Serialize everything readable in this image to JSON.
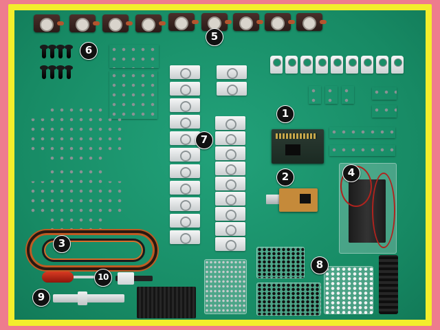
{
  "callouts": [
    {
      "id": "1",
      "label": "1"
    },
    {
      "id": "2",
      "label": "2"
    },
    {
      "id": "3",
      "label": "3"
    },
    {
      "id": "4",
      "label": "4"
    },
    {
      "id": "5",
      "label": "5"
    },
    {
      "id": "6",
      "label": "6"
    },
    {
      "id": "7",
      "label": "7"
    },
    {
      "id": "8",
      "label": "8"
    },
    {
      "id": "9",
      "label": "9"
    },
    {
      "id": "10",
      "label": "10"
    }
  ],
  "colors": {
    "frame_outer": "#ee7c8e",
    "frame_inner": "#f3ee2c",
    "mat": "#1a8e68",
    "callout_bg": "#111111",
    "callout_text": "#ffffff"
  }
}
